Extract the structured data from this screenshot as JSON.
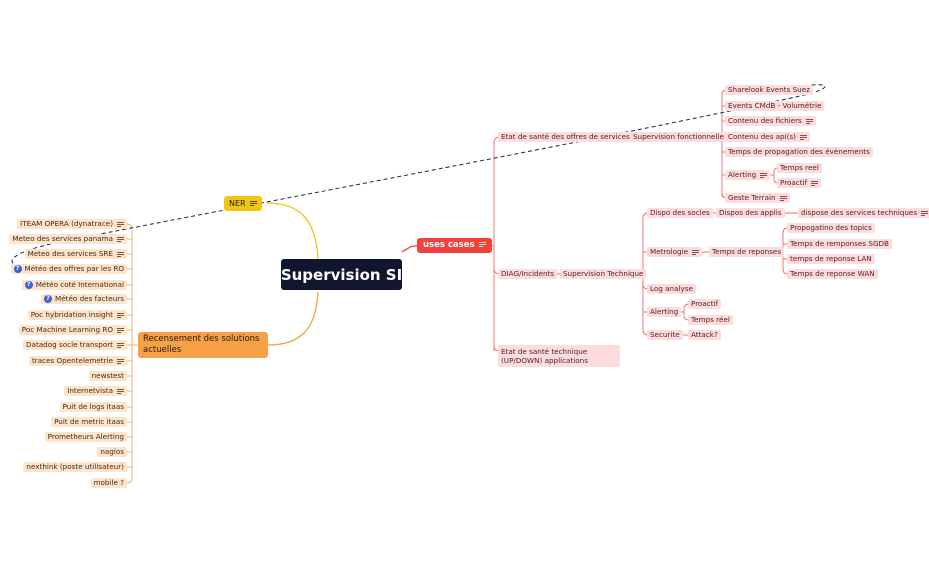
{
  "central": {
    "label": "Supervision SI"
  },
  "branches": {
    "uses_cases": {
      "label": "uses cases"
    },
    "ner": {
      "label": "NER"
    },
    "recensement": {
      "label": "Recensement des solutions actuelles"
    }
  },
  "uses_cases": {
    "etat_offres": "Etat de santé des offres de services",
    "supervision_fonctionnelle": "Supervision fonctionnelle",
    "sharelook": "Sharelook Events Suez",
    "events_cmdb": "Events CMdB - Volumétrie",
    "contenu_fichiers": "Contenu des fichiers",
    "contenu_api": "Contenu des api(s)",
    "temps_propagation": "Temps de propagation des évènements",
    "alerting_f": "Alerting",
    "temps_reel_f": "Temps reel",
    "proactif_f": "Proactif",
    "geste_terrain": "Geste Terrain",
    "diag_incidents": "DIAG/Incidents",
    "supervision_technique": "Supervision Technique",
    "dispo_socles": "Dispo des socles",
    "dispos_applis": "Dispos des applis",
    "dispose_services": "dispose des services techniques",
    "metrologie": "Metrologie",
    "temps_reponses": "Temps de reponses",
    "propogatino": "Propogatino des topics",
    "temps_sgdb": "Temps de remponses SGDB",
    "temps_lan": "temps de reponse LAN",
    "temps_wan": "Temps de reponse WAN",
    "log_analyse": "Log analyse",
    "alerting_t": "Alerting",
    "proactif_t": "Proactif",
    "temps_reel_t": "Temps réel",
    "securite": "Securite",
    "attack": "Attack?",
    "etat_technique": "Etat de santé technique (UP/DOWN) applications"
  },
  "recensement": {
    "items": [
      {
        "label": "ITEAM OPERA (dynatrace)",
        "note": true,
        "question": false
      },
      {
        "label": "Meteo des services panama",
        "note": true,
        "question": false
      },
      {
        "label": "Meteo des services SRE",
        "note": true,
        "question": false
      },
      {
        "label": "Météo des offres par les RO",
        "note": false,
        "question": true
      },
      {
        "label": "Météo coté International",
        "note": false,
        "question": true
      },
      {
        "label": "Météo des facteurs",
        "note": false,
        "question": true
      },
      {
        "label": "Poc hybridation insight",
        "note": true,
        "question": false
      },
      {
        "label": "Poc Machine Learning RO",
        "note": true,
        "question": false
      },
      {
        "label": "Datadog socle transport",
        "note": true,
        "question": false
      },
      {
        "label": "traces Opentelemetrie",
        "note": true,
        "question": false
      },
      {
        "label": "newstest",
        "note": false,
        "question": false
      },
      {
        "label": "Internetvista",
        "note": true,
        "question": false
      },
      {
        "label": "Puit de logs itaas",
        "note": false,
        "question": false
      },
      {
        "label": "Puit de metric itaas",
        "note": false,
        "question": false
      },
      {
        "label": "Prometheurs Alerting",
        "note": false,
        "question": false
      },
      {
        "label": "nagios",
        "note": false,
        "question": false
      },
      {
        "label": "nexthink (poste utilisateur)",
        "note": false,
        "question": false
      },
      {
        "label": "mobile ?",
        "note": false,
        "question": false
      }
    ]
  },
  "colors": {
    "central": "#101530",
    "uses_cases": "#f0413b",
    "ner": "#f2c515",
    "recensement": "#f6a047",
    "pink_node": "#fcdcdc",
    "orange_node": "#fde4cc",
    "dashed_link": "#1c2350"
  }
}
